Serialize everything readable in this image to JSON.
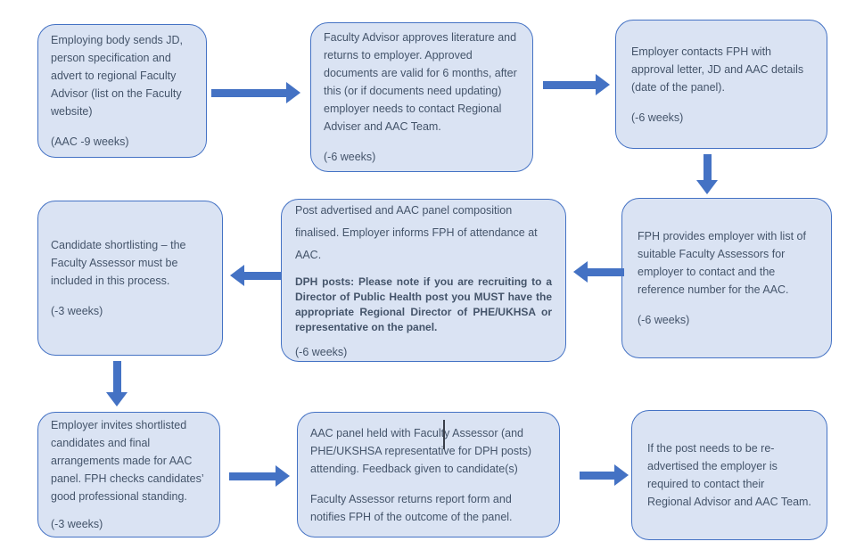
{
  "colors": {
    "page_bg": "#ffffff",
    "box_fill": "#dae3f3",
    "box_border": "#4472c4",
    "arrow": "#4472c4",
    "text": "#44546a"
  },
  "boxes": [
    {
      "name": "employing-body-sends-documents",
      "paragraphs": [
        "Employing body sends JD, person specification and advert to regional Faculty Advisor (list on the Faculty website)",
        "(AAC -9 weeks)"
      ]
    },
    {
      "name": "faculty-advisor-approves-literature",
      "paragraphs": [
        "Faculty Advisor approves literature and returns to employer. Approved documents are valid for 6 months, after this (or if documents need updating) employer needs to contact Regional Adviser and AAC Team.",
        "(-6 weeks)"
      ]
    },
    {
      "name": "employer-contacts-fph",
      "paragraphs": [
        "Employer contacts FPH with approval letter, JD and AAC details (date of the panel).",
        "(-6 weeks)"
      ]
    },
    {
      "name": "fph-provides-assessor-list",
      "paragraphs": [
        "FPH provides employer with list of suitable Faculty Assessors for employer to contact and the reference number for the AAC.",
        "(-6 weeks)"
      ]
    },
    {
      "name": "post-advertised-panel-finalised",
      "paragraphs": [
        "Post advertised and AAC panel composition finalised. Employer informs FPH of attendance at AAC.",
        "DPH posts: Please note if you are recruiting to a Director of Public Health post you MUST have the appropriate Regional Director of PHE/UKHSA or representative on the panel.",
        "(-6 weeks)"
      ]
    },
    {
      "name": "candidate-shortlisting",
      "paragraphs": [
        "Candidate shortlisting – the Faculty Assessor must be included in this process.",
        "(-3 weeks)"
      ]
    },
    {
      "name": "employer-invites-candidates",
      "paragraphs": [
        "Employer invites shortlisted candidates and final arrangements made for AAC panel. FPH checks candidates’ good professional standing.",
        "(-3 weeks)"
      ]
    },
    {
      "name": "aac-panel-held",
      "paragraphs": [
        "AAC panel held with Faculty Assessor (and PHE/UKSHSA representative for DPH posts) attending. Feedback given to candidate(s)",
        "Faculty Assessor returns report form and notifies FPH of the outcome of the panel."
      ]
    },
    {
      "name": "post-readvertised",
      "paragraphs": [
        "If the post needs to be re-advertised the employer is required to contact their Regional Advisor and AAC Team."
      ]
    }
  ],
  "arrows": [
    {
      "name": "arrow-step1-to-step2",
      "direction": "right"
    },
    {
      "name": "arrow-step2-to-step3",
      "direction": "right"
    },
    {
      "name": "arrow-step3-to-step4",
      "direction": "down"
    },
    {
      "name": "arrow-step4-to-step5",
      "direction": "left"
    },
    {
      "name": "arrow-step5-to-step6",
      "direction": "left"
    },
    {
      "name": "arrow-step6-to-step7",
      "direction": "down"
    },
    {
      "name": "arrow-step7-to-step8",
      "direction": "right"
    },
    {
      "name": "arrow-step8-to-step9",
      "direction": "right"
    }
  ]
}
